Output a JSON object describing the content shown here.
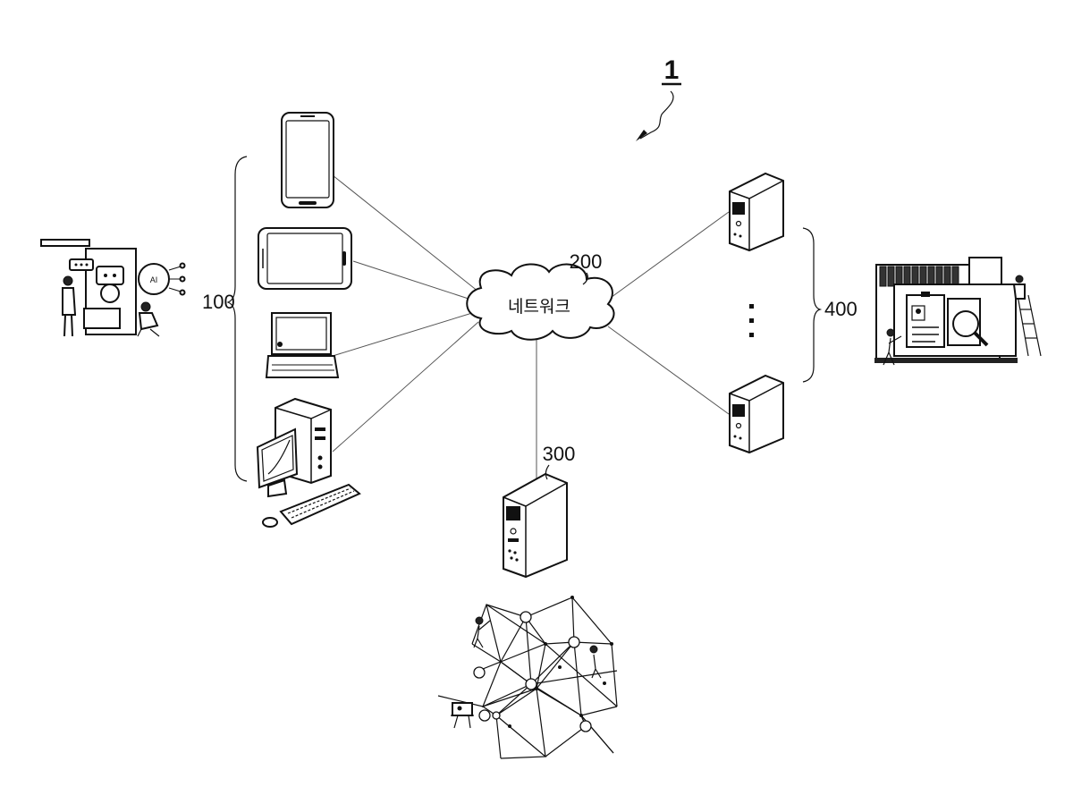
{
  "figure": {
    "system_number": "1",
    "terminal_group_number": "100",
    "network_number": "200",
    "network_label": "네트워크",
    "server_number": "300",
    "external_server_group_number": "400"
  }
}
